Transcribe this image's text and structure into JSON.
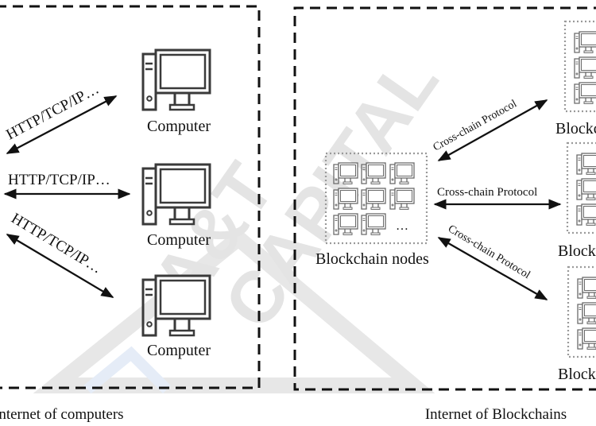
{
  "watermark": {
    "line1": "A&T",
    "line2": "CAPITAL"
  },
  "left_panel": {
    "caption": "Internet of computers",
    "computers": [
      {
        "label": "Computer"
      },
      {
        "label": "Computer"
      },
      {
        "label": "Computer"
      }
    ],
    "links": [
      {
        "label": "HTTP/TCP/IP…"
      },
      {
        "label": "HTTP/TCP/IP…"
      },
      {
        "label": "HTTP/TCP/IP…"
      }
    ]
  },
  "right_panel": {
    "caption": "Internet of Blockchains",
    "node_cluster": {
      "label": "Blockchain nodes",
      "ellipsis": "…"
    },
    "blockchains": [
      {
        "label": "Blockchain"
      },
      {
        "label": "Blockchain"
      },
      {
        "label": "Blockchain"
      }
    ],
    "links": [
      {
        "label": "Cross-chain Protocol"
      },
      {
        "label": "Cross-chain Protocol"
      },
      {
        "label": "Cross-chain Protocol"
      }
    ]
  },
  "colors": {
    "line": "#111111",
    "icon": "#3a3a3a",
    "small_icon": "#6a6a6a",
    "dotted": "#9a9a9a",
    "watermark": "#e3e3e3"
  }
}
